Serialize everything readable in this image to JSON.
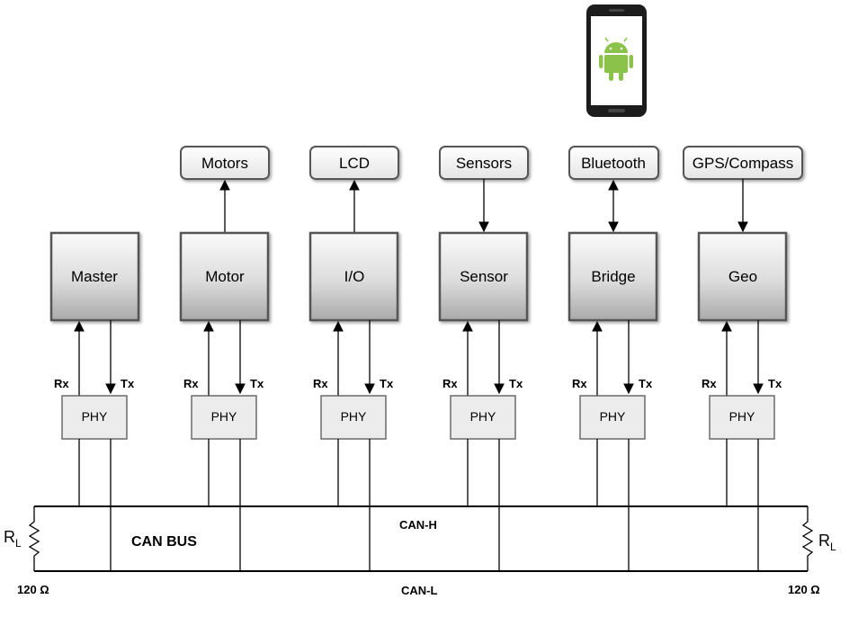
{
  "peripherals": [
    "Motors",
    "LCD",
    "Sensors",
    "Bluetooth",
    "GPS/Compass"
  ],
  "nodes": [
    "Master",
    "Motor",
    "I/O",
    "Sensor",
    "Bridge",
    "Geo"
  ],
  "phy_label": "PHY",
  "rx_label": "Rx",
  "tx_label": "Tx",
  "bus": {
    "title": "CAN BUS",
    "high": "CAN-H",
    "low": "CAN-L",
    "resistor_left": "120 Ω",
    "resistor_right": "120 Ω",
    "resistor_symbol": "R",
    "resistor_subscript": "L"
  },
  "phone_icon": "android-phone-icon",
  "colors": {
    "box_light": "#ededed",
    "box_dark": "#a8a8a8",
    "android_green": "#8bc34a"
  }
}
